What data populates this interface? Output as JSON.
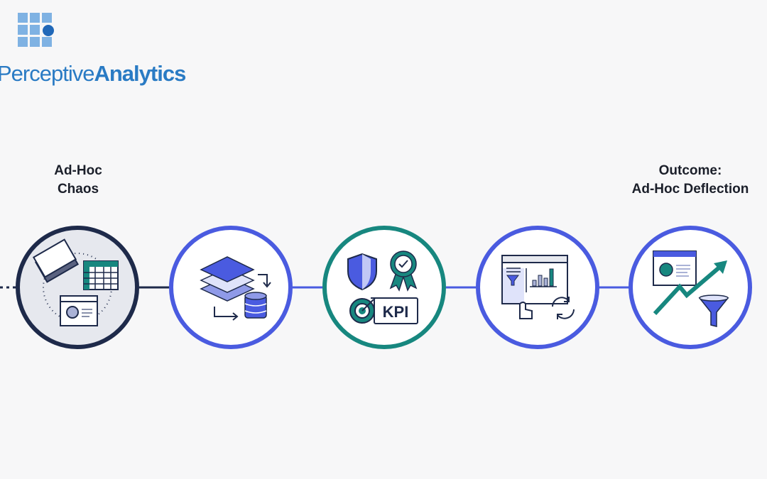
{
  "logo": {
    "text_light": "Perceptive",
    "text_bold": "Analytics",
    "color": "#2a7bc4"
  },
  "stages": [
    {
      "label_line1": "Ad-Hoc",
      "label_line2": "Chaos",
      "ring_color": "#1e2a4a",
      "icon": "tickets-spreadsheet-dashboard-icon"
    },
    {
      "ring_color": "#4a5be0",
      "icon": "layers-database-icon"
    },
    {
      "ring_color": "#17877f",
      "icon": "shield-badge-kpi-icon",
      "kpi_text": "KPI"
    },
    {
      "ring_color": "#4a5be0",
      "icon": "dashboard-filter-refresh-icon"
    },
    {
      "label_line1": "Outcome:",
      "label_line2": "Ad-Hoc Deflection",
      "ring_color": "#4a5be0",
      "icon": "trend-funnel-icon"
    }
  ]
}
